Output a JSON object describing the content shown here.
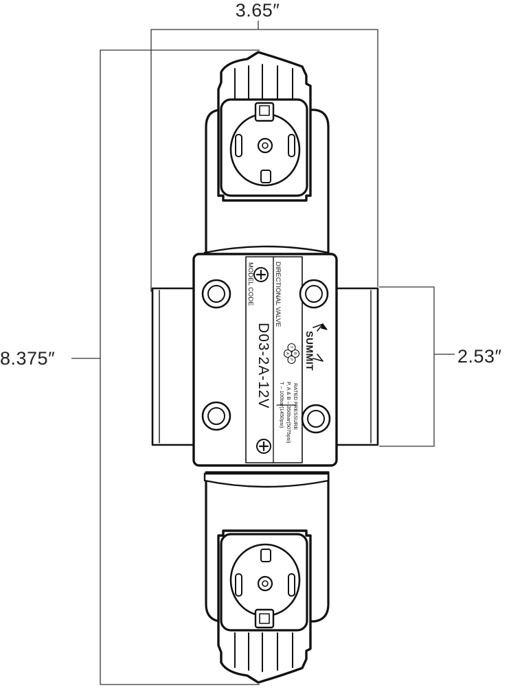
{
  "dimensions": {
    "width": "3.65″",
    "height": "8.375″",
    "depth": "2.53″"
  },
  "label_plate": {
    "title": "DIRECTIONAL VALVE",
    "model_heading": "MODEL CODE",
    "model_code": "D03-2A-12V",
    "brand": "SUMMIT",
    "pressure_heading": "RATED PRESSURE",
    "pressure_line_1": "P, A & B – 350bar(5075psi)",
    "pressure_line_2": "T –        100bar(1450psi)",
    "port_labels": [
      "A",
      "B",
      "P",
      "T"
    ]
  },
  "colors": {
    "line": "#111111",
    "dimension_line": "#333333",
    "background": "#ffffff"
  },
  "icons": {
    "screw": "phillips-screw-icon",
    "brand_logo": "summit-mountain-logo-icon",
    "port_symbol": "port-symbol-icon"
  }
}
